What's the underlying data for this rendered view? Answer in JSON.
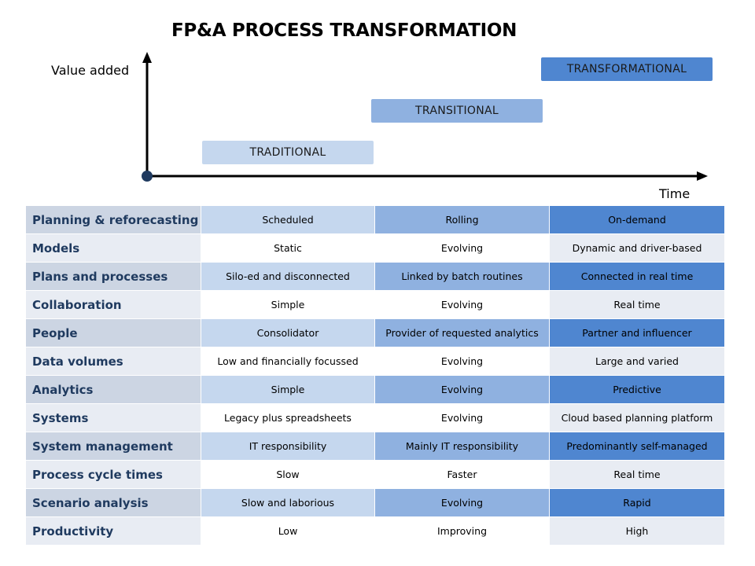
{
  "title": "FP&A PROCESS TRANSFORMATION",
  "axes": {
    "y_label": "Value added",
    "x_label": "Time"
  },
  "stages": [
    "TRADITIONAL",
    "TRANSITIONAL",
    "TRANSFORMATIONAL"
  ],
  "colors": {
    "traditional": "#c5d7ee",
    "transitional": "#8fb1e0",
    "transformational": "#4f86d0",
    "label_shaded": "#ccd5e3",
    "label_plain": "#e8ecf3",
    "label_text": "#1f3a5f",
    "axis": "#000000",
    "origin_dot": "#1f3a5f"
  },
  "rows": [
    {
      "label": "Planning & reforecasting",
      "traditional": "Scheduled",
      "transitional": "Rolling",
      "transformational": "On-demand"
    },
    {
      "label": "Models",
      "traditional": "Static",
      "transitional": "Evolving",
      "transformational": "Dynamic and driver-based"
    },
    {
      "label": "Plans and processes",
      "traditional": "Silo-ed and disconnected",
      "transitional": "Linked by batch routines",
      "transformational": "Connected in real time"
    },
    {
      "label": "Collaboration",
      "traditional": "Simple",
      "transitional": "Evolving",
      "transformational": "Real time"
    },
    {
      "label": "People",
      "traditional": "Consolidator",
      "transitional": "Provider of requested analytics",
      "transformational": "Partner and influencer"
    },
    {
      "label": "Data volumes",
      "traditional": "Low and financially focussed",
      "transitional": "Evolving",
      "transformational": "Large and varied"
    },
    {
      "label": "Analytics",
      "traditional": "Simple",
      "transitional": "Evolving",
      "transformational": "Predictive"
    },
    {
      "label": "Systems",
      "traditional": "Legacy plus spreadsheets",
      "transitional": "Evolving",
      "transformational": "Cloud based planning platform"
    },
    {
      "label": "System management",
      "traditional": "IT responsibility",
      "transitional": "Mainly IT responsibility",
      "transformational": "Predominantly  self-managed"
    },
    {
      "label": "Process cycle times",
      "traditional": "Slow",
      "transitional": "Faster",
      "transformational": "Real time"
    },
    {
      "label": "Scenario analysis",
      "traditional": "Slow and laborious",
      "transitional": "Evolving",
      "transformational": "Rapid"
    },
    {
      "label": "Productivity",
      "traditional": "Low",
      "transitional": "Improving",
      "transformational": "High"
    }
  ]
}
